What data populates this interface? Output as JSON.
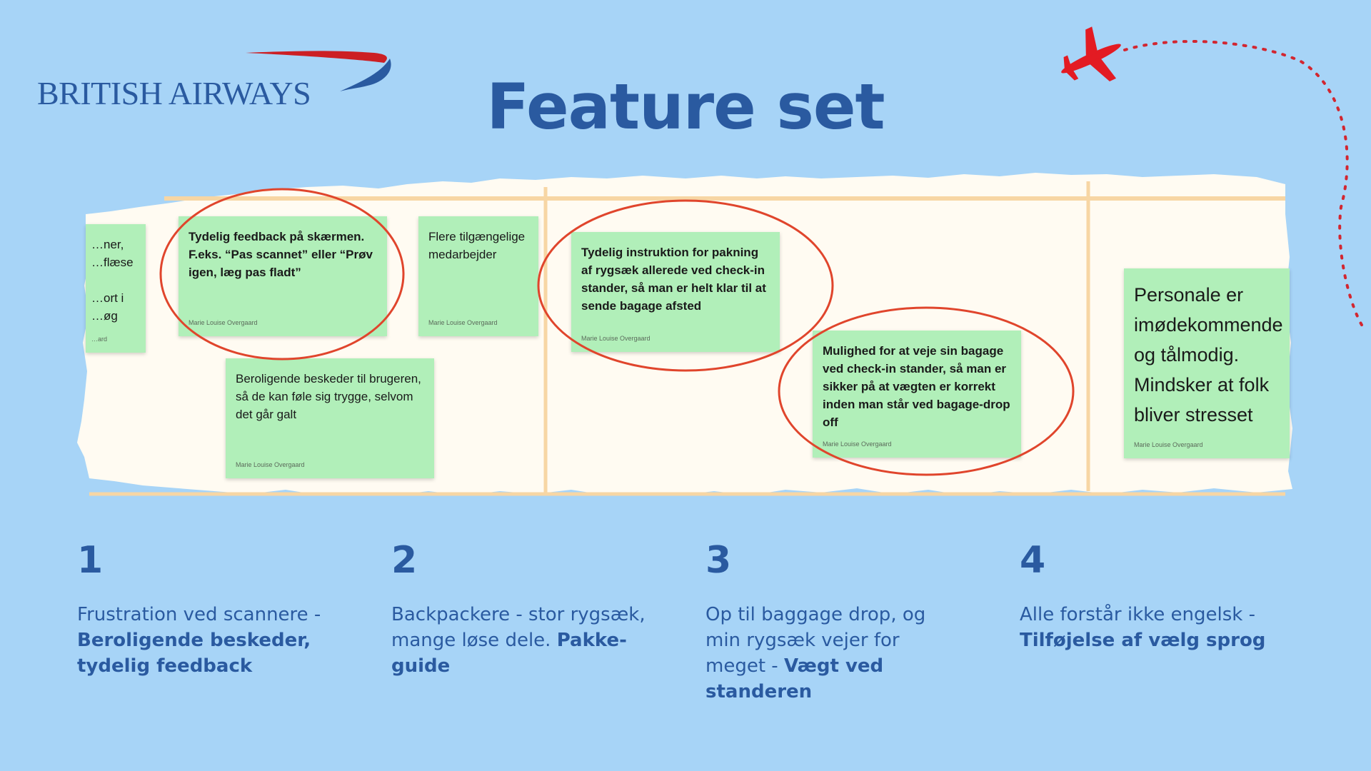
{
  "logo": {
    "text": "BRITISH AIRWAYS"
  },
  "title": "Feature set",
  "colors": {
    "background": "#a7d4f7",
    "brand_blue": "#2a5aa0",
    "sticky_green": "#b1efb9",
    "board_paper": "#fffbf2",
    "grid_line": "#f7d6a4",
    "highlight_red": "#e0452c"
  },
  "icons": [
    "airplane-icon",
    "dotted-flight-path"
  ],
  "stickies": [
    {
      "text": "…ner,\n…flæse\n\n…ort i\n…øg",
      "author": "…ard"
    },
    {
      "text": "Tydelig feedback på skærmen. F.eks. “Pas scannet” eller “Prøv igen, læg pas fladt”",
      "author": "Marie Louise Overgaard"
    },
    {
      "text": "Flere tilgængelige medarbejder",
      "author": "Marie Louise Overgaard"
    },
    {
      "text": "Beroligende beskeder til brugeren, så de kan føle sig trygge, selvom det går galt",
      "author": "Marie Louise Overgaard"
    },
    {
      "text": "Tydelig instruktion for pakning af rygsæk allerede ved check-in stander, så man er helt klar til at sende bagage afsted",
      "author": "Marie Louise Overgaard"
    },
    {
      "text": "Mulighed for at veje sin bagage ved check-in stander, så man er sikker på at vægten er korrekt inden man står ved bagage-drop off",
      "author": "Marie Louise Overgaard"
    },
    {
      "text": "Personale er imødekommende og tålmodig. Mindsker at folk bliver stresset",
      "author": "Marie Louise Overgaard"
    }
  ],
  "features": [
    {
      "num": "1",
      "text": "Frustration ved scannere - ",
      "bold": "Beroligende beskeder, tydelig feedback"
    },
    {
      "num": "2",
      "text": "Backpackere - stor rygsæk, mange løse dele. ",
      "bold": "Pakke-guide"
    },
    {
      "num": "3",
      "text": "Op til baggage drop, og min rygsæk vejer for meget - ",
      "bold": "Vægt ved standeren"
    },
    {
      "num": "4",
      "text": "Alle forstår ikke engelsk - ",
      "bold": "Tilføjelse af vælg sprog"
    }
  ]
}
